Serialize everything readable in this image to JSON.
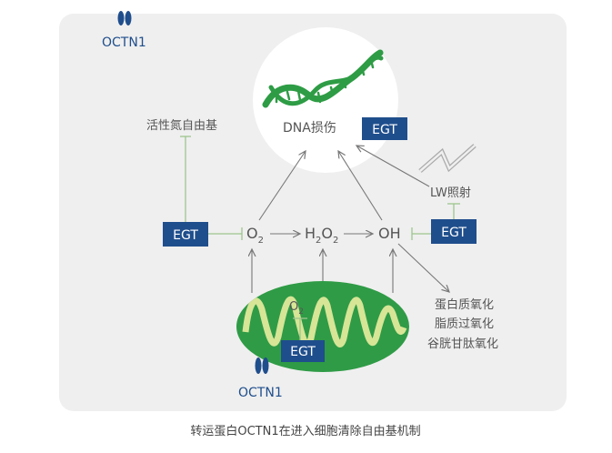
{
  "colors": {
    "panel": "#efefef",
    "egt_box": "#1f4e8c",
    "inhibit_line": "#9ec58d",
    "arrow": "#777777",
    "mito_fill": "#2f9b46",
    "mito_cristae": "#d6e596",
    "dna_green": "#2e9c45",
    "transporter": "#1f4e8c",
    "text": "#555555",
    "label_blue": "#1f4e8c"
  },
  "transporter": {
    "top_label": "OCTN1",
    "bottom_label": "OCTN1",
    "icon": "transporter-capsule-icon"
  },
  "nodes": {
    "dna_damage": "DNA损伤",
    "active_nitrogen": "活性氮自由基",
    "lw_radiation": "LW照射",
    "o2": "O",
    "o2_sub": "2",
    "h2o2_h": "H",
    "h2o2_sub1": "2",
    "h2o2_o": "O",
    "h2o2_sub2": "2",
    "oh": "OH",
    "mito_o2": "O",
    "mito_o2_sub": "2"
  },
  "egt_labels": {
    "dna": "EGT",
    "left": "EGT",
    "right": "EGT",
    "mito": "EGT"
  },
  "oxidation_list": [
    "蛋白质氧化",
    "脂质过氧化",
    "谷胱甘肽氧化"
  ],
  "caption": "转运蛋白OCTN1在进入细胞清除自由基机制"
}
